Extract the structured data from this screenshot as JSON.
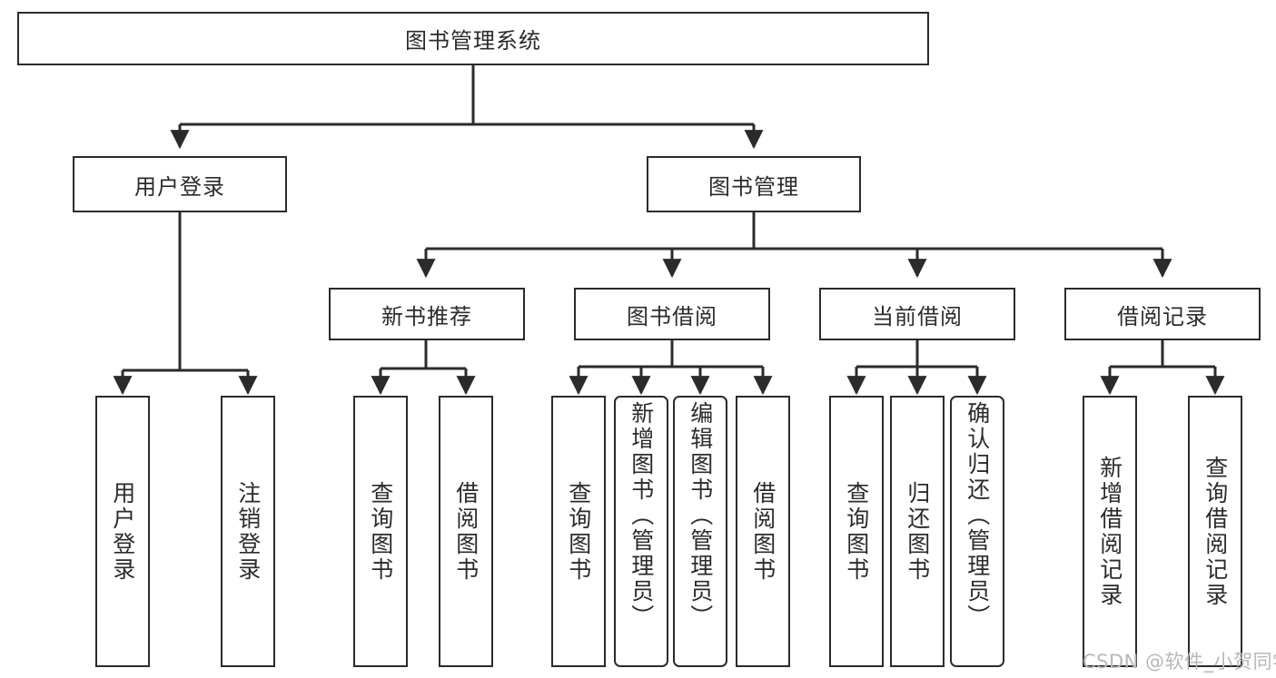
{
  "diagram": {
    "title": "图书管理系统",
    "type": "tree-hierarchy",
    "root": {
      "label": "图书管理系统"
    },
    "level2": [
      {
        "label": "用户登录"
      },
      {
        "label": "图书管理"
      }
    ],
    "level3": [
      {
        "label": "新书推荐"
      },
      {
        "label": "图书借阅"
      },
      {
        "label": "当前借阅"
      },
      {
        "label": "借阅记录"
      }
    ],
    "leaves": {
      "user_login": [
        {
          "label": "用户登录",
          "shape": "rect"
        },
        {
          "label": "注销登录",
          "shape": "rect"
        }
      ],
      "new_book_recommend": [
        {
          "label": "查询图书",
          "shape": "rect"
        },
        {
          "label": "借阅图书",
          "shape": "rect"
        }
      ],
      "book_borrow": [
        {
          "label": "查询图书",
          "shape": "rect"
        },
        {
          "label": "新增图书（管理员）",
          "shape": "rounded"
        },
        {
          "label": "编辑图书（管理员）",
          "shape": "rounded"
        },
        {
          "label": "借阅图书",
          "shape": "rect"
        }
      ],
      "current_borrow": [
        {
          "label": "查询图书",
          "shape": "rect"
        },
        {
          "label": "归还图书",
          "shape": "rect"
        },
        {
          "label": "确认归还（管理员）",
          "shape": "rounded"
        }
      ],
      "borrow_record": [
        {
          "label": "新增借阅记录",
          "shape": "rect"
        },
        {
          "label": "查询借阅记录",
          "shape": "rect"
        }
      ]
    }
  },
  "watermark": {
    "text": "CSDN @软件_小贺同学"
  },
  "colors": {
    "line": "#2b2b2b",
    "box_fill": "#ffffff",
    "text": "#2b2b2b",
    "watermark": "#b8b8b8"
  }
}
